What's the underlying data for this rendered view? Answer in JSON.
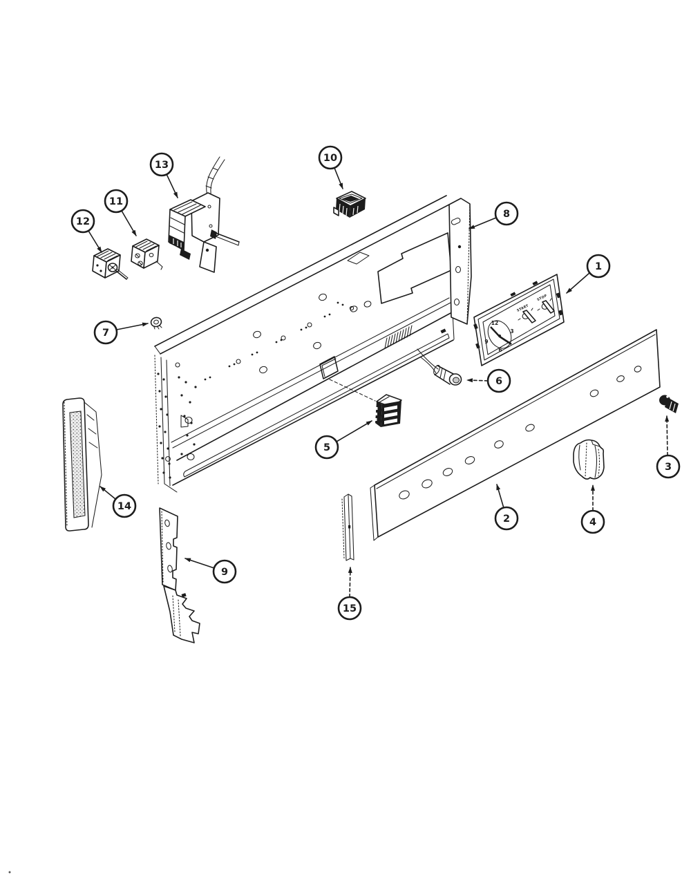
{
  "figure": {
    "background_color": "#ffffff",
    "line_color": "#1c1c1c",
    "callouts": [
      {
        "num": "1"
      },
      {
        "num": "2"
      },
      {
        "num": "3"
      },
      {
        "num": "4"
      },
      {
        "num": "5"
      },
      {
        "num": "6"
      },
      {
        "num": "7"
      },
      {
        "num": "8"
      },
      {
        "num": "9"
      },
      {
        "num": "10"
      },
      {
        "num": "11"
      },
      {
        "num": "12"
      },
      {
        "num": "13"
      },
      {
        "num": "14"
      },
      {
        "num": "15"
      }
    ],
    "clock": {
      "digit_top": "12",
      "digit_right": "3",
      "digit_left": "9",
      "digit_bottom": "6",
      "knob_left_label": "START",
      "knob_right_label": "STOP"
    }
  }
}
